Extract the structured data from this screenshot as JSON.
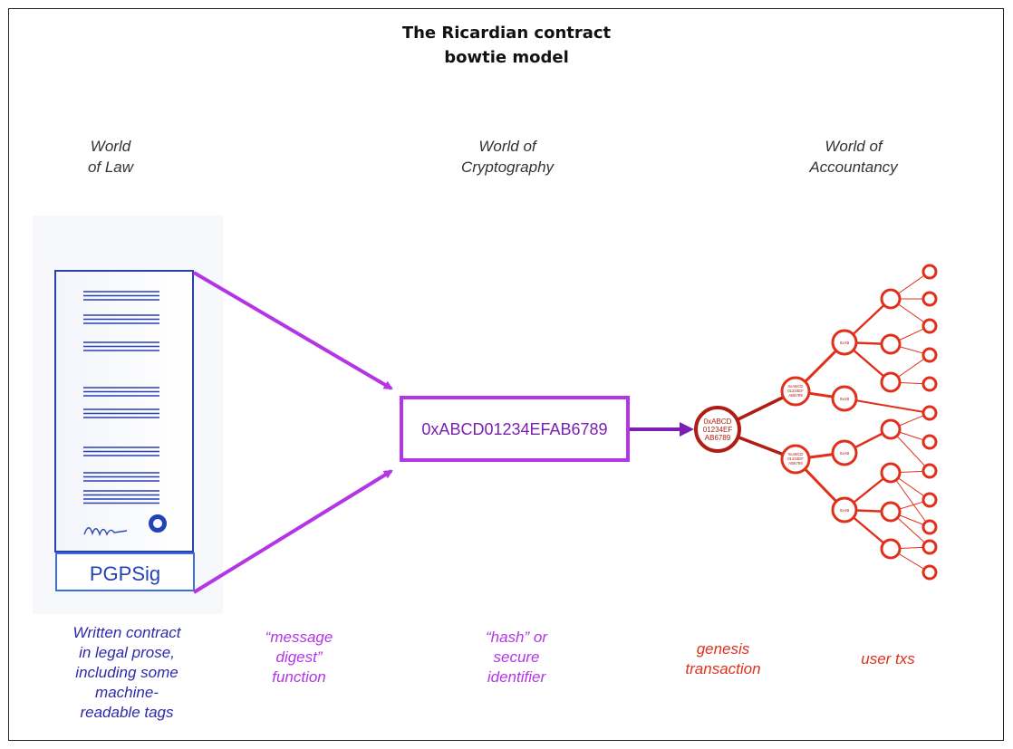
{
  "title": {
    "line1": "The Ricardian contract",
    "line2": "bowtie model"
  },
  "worlds": {
    "law": [
      "World",
      "of Law"
    ],
    "crypto": [
      "World of",
      "Cryptography"
    ],
    "accountancy": [
      "World of",
      "Accountancy"
    ]
  },
  "document": {
    "signature_label": "PGPSig"
  },
  "hash": {
    "identifier": "0xABCD01234EFAB6789"
  },
  "genesis_node": {
    "lines": [
      "0xABCD",
      "01234EF",
      "AB6789"
    ]
  },
  "tree_labels": {
    "level1": [
      "0xABCD",
      "01234EF",
      "AB6789"
    ],
    "level2": "0xAB"
  },
  "captions": {
    "contract": [
      "Written contract",
      "in legal prose,",
      "including some",
      "machine-",
      "readable tags"
    ],
    "digest": [
      "“message",
      "digest”",
      "function"
    ],
    "hash": [
      "“hash” or",
      "secure",
      "identifier"
    ],
    "genesis": [
      "genesis",
      "transaction"
    ],
    "user": [
      "user txs"
    ]
  },
  "colors": {
    "blue": "#2442b8",
    "purple": "#b435e6",
    "dark_purple": "#7a1fb2",
    "red": "#e0301c",
    "dark_red": "#b01d14"
  }
}
